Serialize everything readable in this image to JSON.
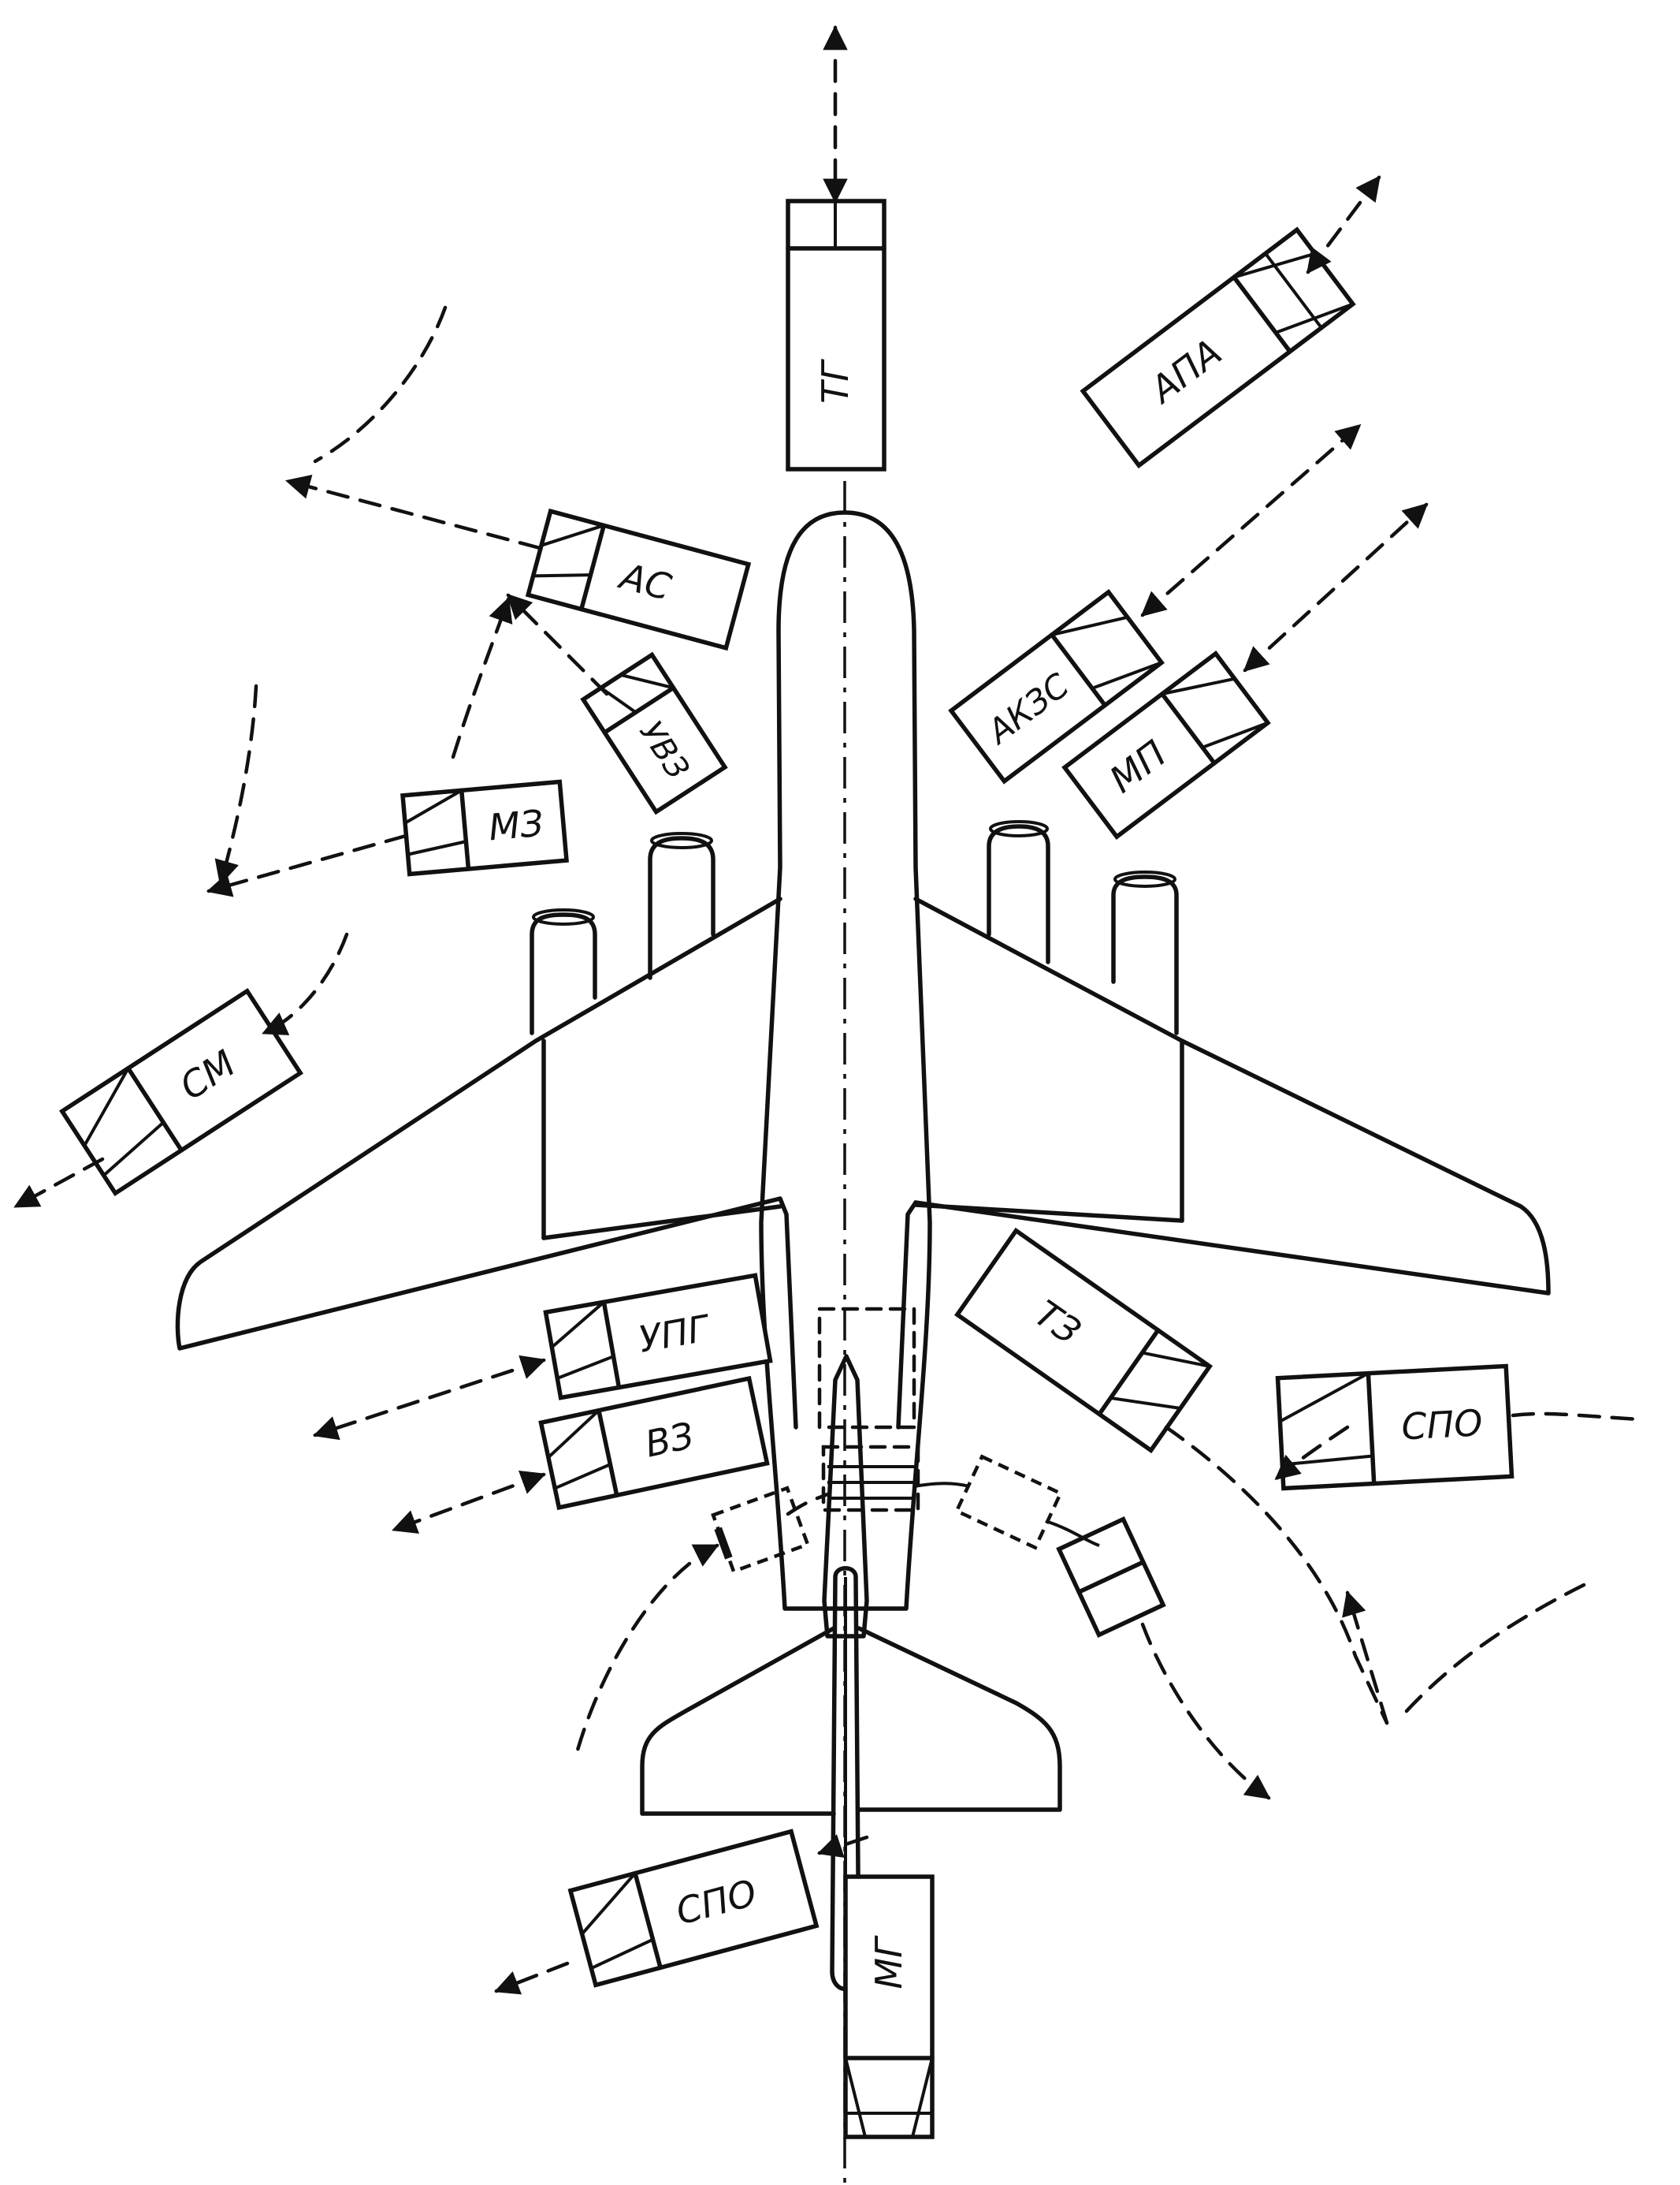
{
  "vehicles": [
    {
      "id": "tg",
      "label": "ТГ"
    },
    {
      "id": "apa",
      "label": "АПА"
    },
    {
      "id": "as",
      "label": "АС"
    },
    {
      "id": "uvz",
      "label": "УВЗ"
    },
    {
      "id": "akzs",
      "label": "АКЗС"
    },
    {
      "id": "mp",
      "label": "МП"
    },
    {
      "id": "mz",
      "label": "МЗ"
    },
    {
      "id": "sm",
      "label": "СМ"
    },
    {
      "id": "upg",
      "label": "УПГ"
    },
    {
      "id": "vz",
      "label": "ВЗ"
    },
    {
      "id": "tz",
      "label": "ТЗ"
    },
    {
      "id": "spo_right",
      "label": "СПО"
    },
    {
      "id": "spo_bottom",
      "label": "СПО"
    },
    {
      "id": "mg",
      "label": "МГ"
    }
  ]
}
